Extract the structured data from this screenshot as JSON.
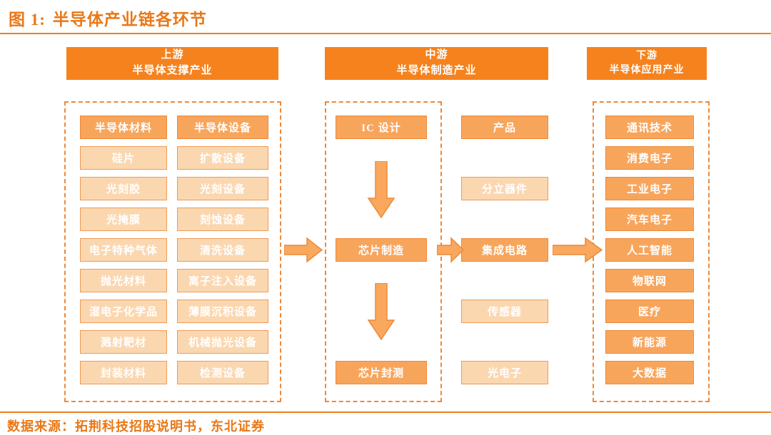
{
  "figure": {
    "label": "图 1:",
    "title": "半导体产业链各环节",
    "source": "数据来源：拓荆科技招股说明书，东北证券"
  },
  "colors": {
    "header_orange": "#f6821e",
    "box_medium_fill": "#f8a55c",
    "box_light_fill": "#fbd7b0",
    "box_border": "#ed8939",
    "accent_text": "#e97817",
    "box_text": "#ffffff"
  },
  "columns": {
    "upstream": {
      "header_line1": "上游",
      "header_line2": "半导体支撑产业",
      "materials": [
        {
          "label": "半导体材料",
          "emphasis": true
        },
        {
          "label": "硅片",
          "emphasis": false
        },
        {
          "label": "光刻胶",
          "emphasis": false
        },
        {
          "label": "光掩膜",
          "emphasis": false
        },
        {
          "label": "电子特种气体",
          "emphasis": false
        },
        {
          "label": "抛光材料",
          "emphasis": false
        },
        {
          "label": "湿电子化学品",
          "emphasis": false
        },
        {
          "label": "溅射靶材",
          "emphasis": false
        },
        {
          "label": "封装材料",
          "emphasis": false
        }
      ],
      "equipment": [
        {
          "label": "半导体设备",
          "emphasis": true
        },
        {
          "label": "扩散设备",
          "emphasis": false
        },
        {
          "label": "光刻设备",
          "emphasis": false
        },
        {
          "label": "刻蚀设备",
          "emphasis": false
        },
        {
          "label": "清洗设备",
          "emphasis": false
        },
        {
          "label": "离子注入设备",
          "emphasis": false
        },
        {
          "label": "薄膜沉积设备",
          "emphasis": false
        },
        {
          "label": "机械抛光设备",
          "emphasis": false
        },
        {
          "label": "检测设备",
          "emphasis": false
        }
      ]
    },
    "midstream": {
      "header_line1": "中游",
      "header_line2": "半导体制造产业",
      "flow": [
        {
          "label": "IC 设计",
          "row": 0
        },
        {
          "label": "芯片制造",
          "row": 4
        },
        {
          "label": "芯片封测",
          "row": 8
        }
      ],
      "products": [
        {
          "label": "产品",
          "row": 0,
          "emphasis": true
        },
        {
          "label": "分立器件",
          "row": 2,
          "emphasis": false
        },
        {
          "label": "集成电路",
          "row": 4,
          "emphasis": true
        },
        {
          "label": "传感器",
          "row": 6,
          "emphasis": false
        },
        {
          "label": "光电子",
          "row": 8,
          "emphasis": false
        }
      ]
    },
    "downstream": {
      "header_line1": "下游",
      "header_line2": "半导体应用产业",
      "applications": [
        "通讯技术",
        "消费电子",
        "工业电子",
        "汽车电子",
        "人工智能",
        "物联网",
        "医疗",
        "新能源",
        "大数据"
      ]
    }
  }
}
